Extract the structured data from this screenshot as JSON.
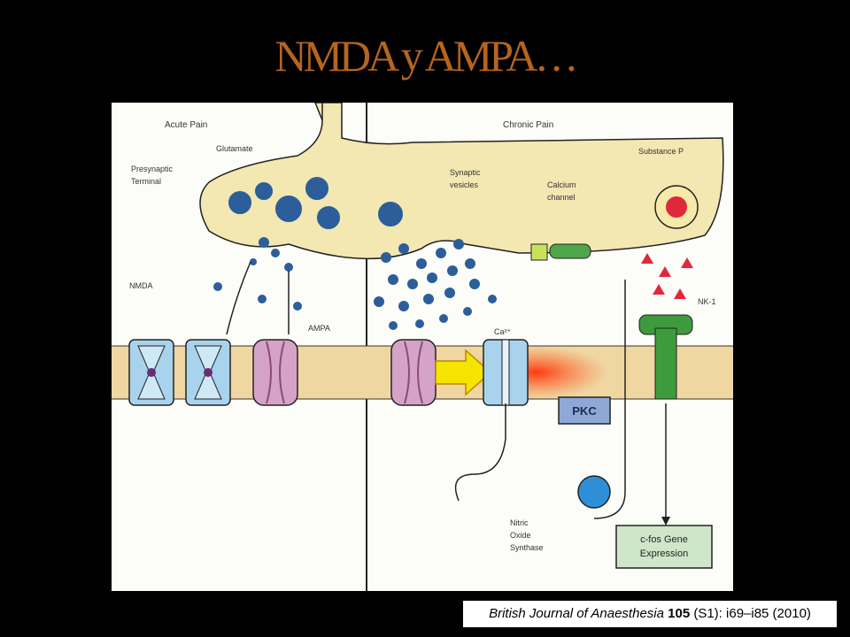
{
  "slide": {
    "title": "NMDA y AMPA…",
    "citation": {
      "journal": "British Journal of Anaesthesia",
      "volume": "105",
      "rest": "(S1): i69–i85 (2010)"
    }
  },
  "figure": {
    "left_panel_title": "Acute Pain",
    "right_panel_title": "Chronic Pain",
    "labels": {
      "glutamate": "Glutamate",
      "presynaptic_terminal": "Presynaptic\nTerminal",
      "nmda": "NMDA",
      "ampa": "AMPA",
      "synaptic_vesicles": "Synaptic\nvesicles",
      "calcium_channel": "Calcium\nchannel",
      "substance_p": "Substance P",
      "nk1": "NK-1",
      "calcium_ion": "Ca²⁺",
      "pkc": "PKC",
      "nitric_oxide": "Nitric\nOxide\nSynthase",
      "gene_expression": "c-fos Gene\nExpression"
    },
    "colors": {
      "cytoplasm": "#f3e7b2",
      "membrane": "#f0d6a1",
      "nmda": "#a9d3ec",
      "ampa": "#d4a3c7",
      "arrow": "#f5e400",
      "nk1": "#3d9b3d",
      "pkc": "#8fa8d6",
      "vesicle": "#2c5e9a",
      "substance_p": "#e0283c"
    }
  }
}
